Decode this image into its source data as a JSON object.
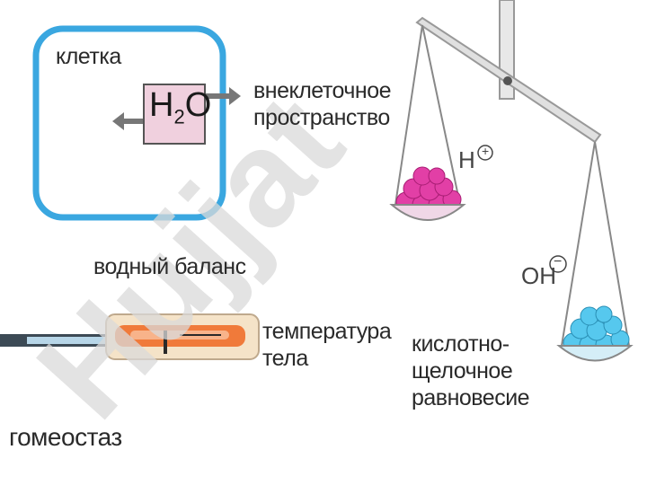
{
  "cell": {
    "label": "клетка",
    "molecule": "H",
    "molecule_sub": "2",
    "molecule_end": "O"
  },
  "extracellular": {
    "line1": "внеклеточное",
    "line2": "пространство"
  },
  "water_balance": "водный баланс",
  "body_temperature": {
    "line1": "температура",
    "line2": "тела"
  },
  "acid_base": {
    "line1": "кислотно-",
    "line2": "щелочное",
    "line3": "равновесие"
  },
  "homeostasis": "гомеостаз",
  "ions": {
    "h": "H",
    "h_sign": "+",
    "oh": "OH",
    "oh_sign": "−"
  },
  "watermark": "Hujjat",
  "colors": {
    "cell_border": "#3aa7e0",
    "acid_balls": "#e23fa6",
    "base_balls": "#56c8ee",
    "watermark": "#d9d9d9",
    "h2o_box": "#f0d0de",
    "thermo_fill": "#f07a3a"
  }
}
